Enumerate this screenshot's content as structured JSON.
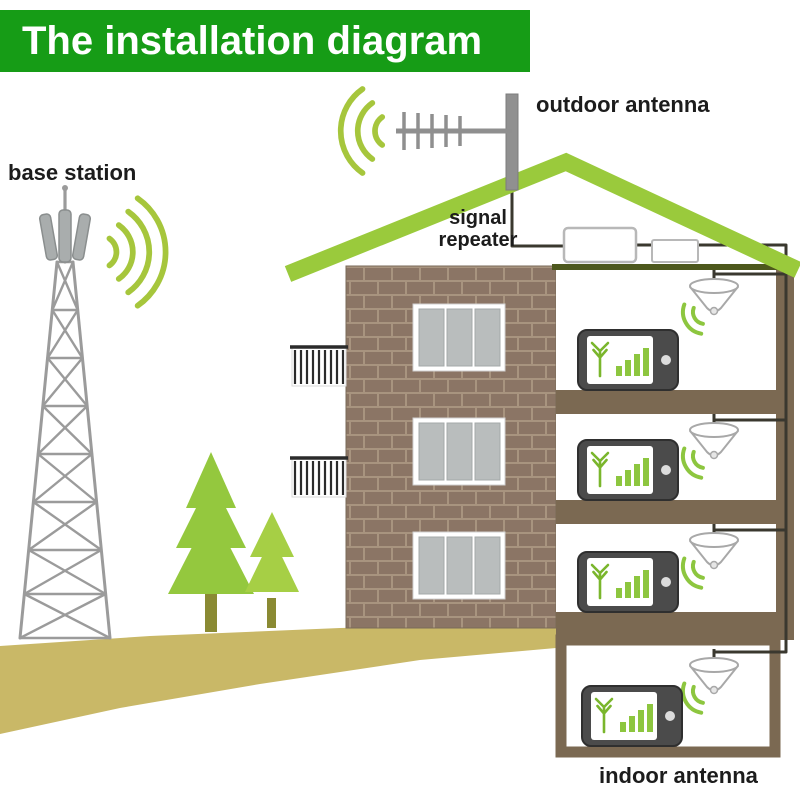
{
  "banner": {
    "title": "The installation diagram"
  },
  "labels": {
    "base_station": "base station",
    "outdoor_antenna": "outdoor antenna",
    "signal_repeater": "signal\nrepeater",
    "indoor_antenna": "indoor antenna"
  },
  "colors": {
    "banner_green": "#169c16",
    "signal_green": "#a6c63c",
    "bar_green": "#8dc63f",
    "roof_green": "#9aca3c",
    "roof_edge_dark": "#4d581d",
    "brick_brown": "#8b7565",
    "brick_mortar": "#a8947f",
    "structure_brown": "#7b6952",
    "ground_tan": "#c9b867",
    "tower_gray": "#9b9b9b",
    "cable_dark": "#3a382f",
    "phone_body": "#4b4b4b",
    "text_color": "#1c1c1c"
  },
  "icons": {
    "cell-tower-icon": "lattice tower with antenna panels",
    "signal-waves-icon": "green concentric arcs",
    "yagi-antenna-icon": "boom with vertical elements on mast",
    "signal-repeater-icon": "white box on attic floor",
    "ceiling-antenna-icon": "white dome antenna with green arcs",
    "phone-signal-icon": "antenna glyph with ascending green bars",
    "pine-tree-icon": "stacked green triangles",
    "window-icon": "three grey panes in white frame",
    "staircase-icon": "railing with vertical bars"
  },
  "components": {
    "floors_with_indoor_units": 3,
    "basement_units": 1,
    "phones_shown": 4
  }
}
